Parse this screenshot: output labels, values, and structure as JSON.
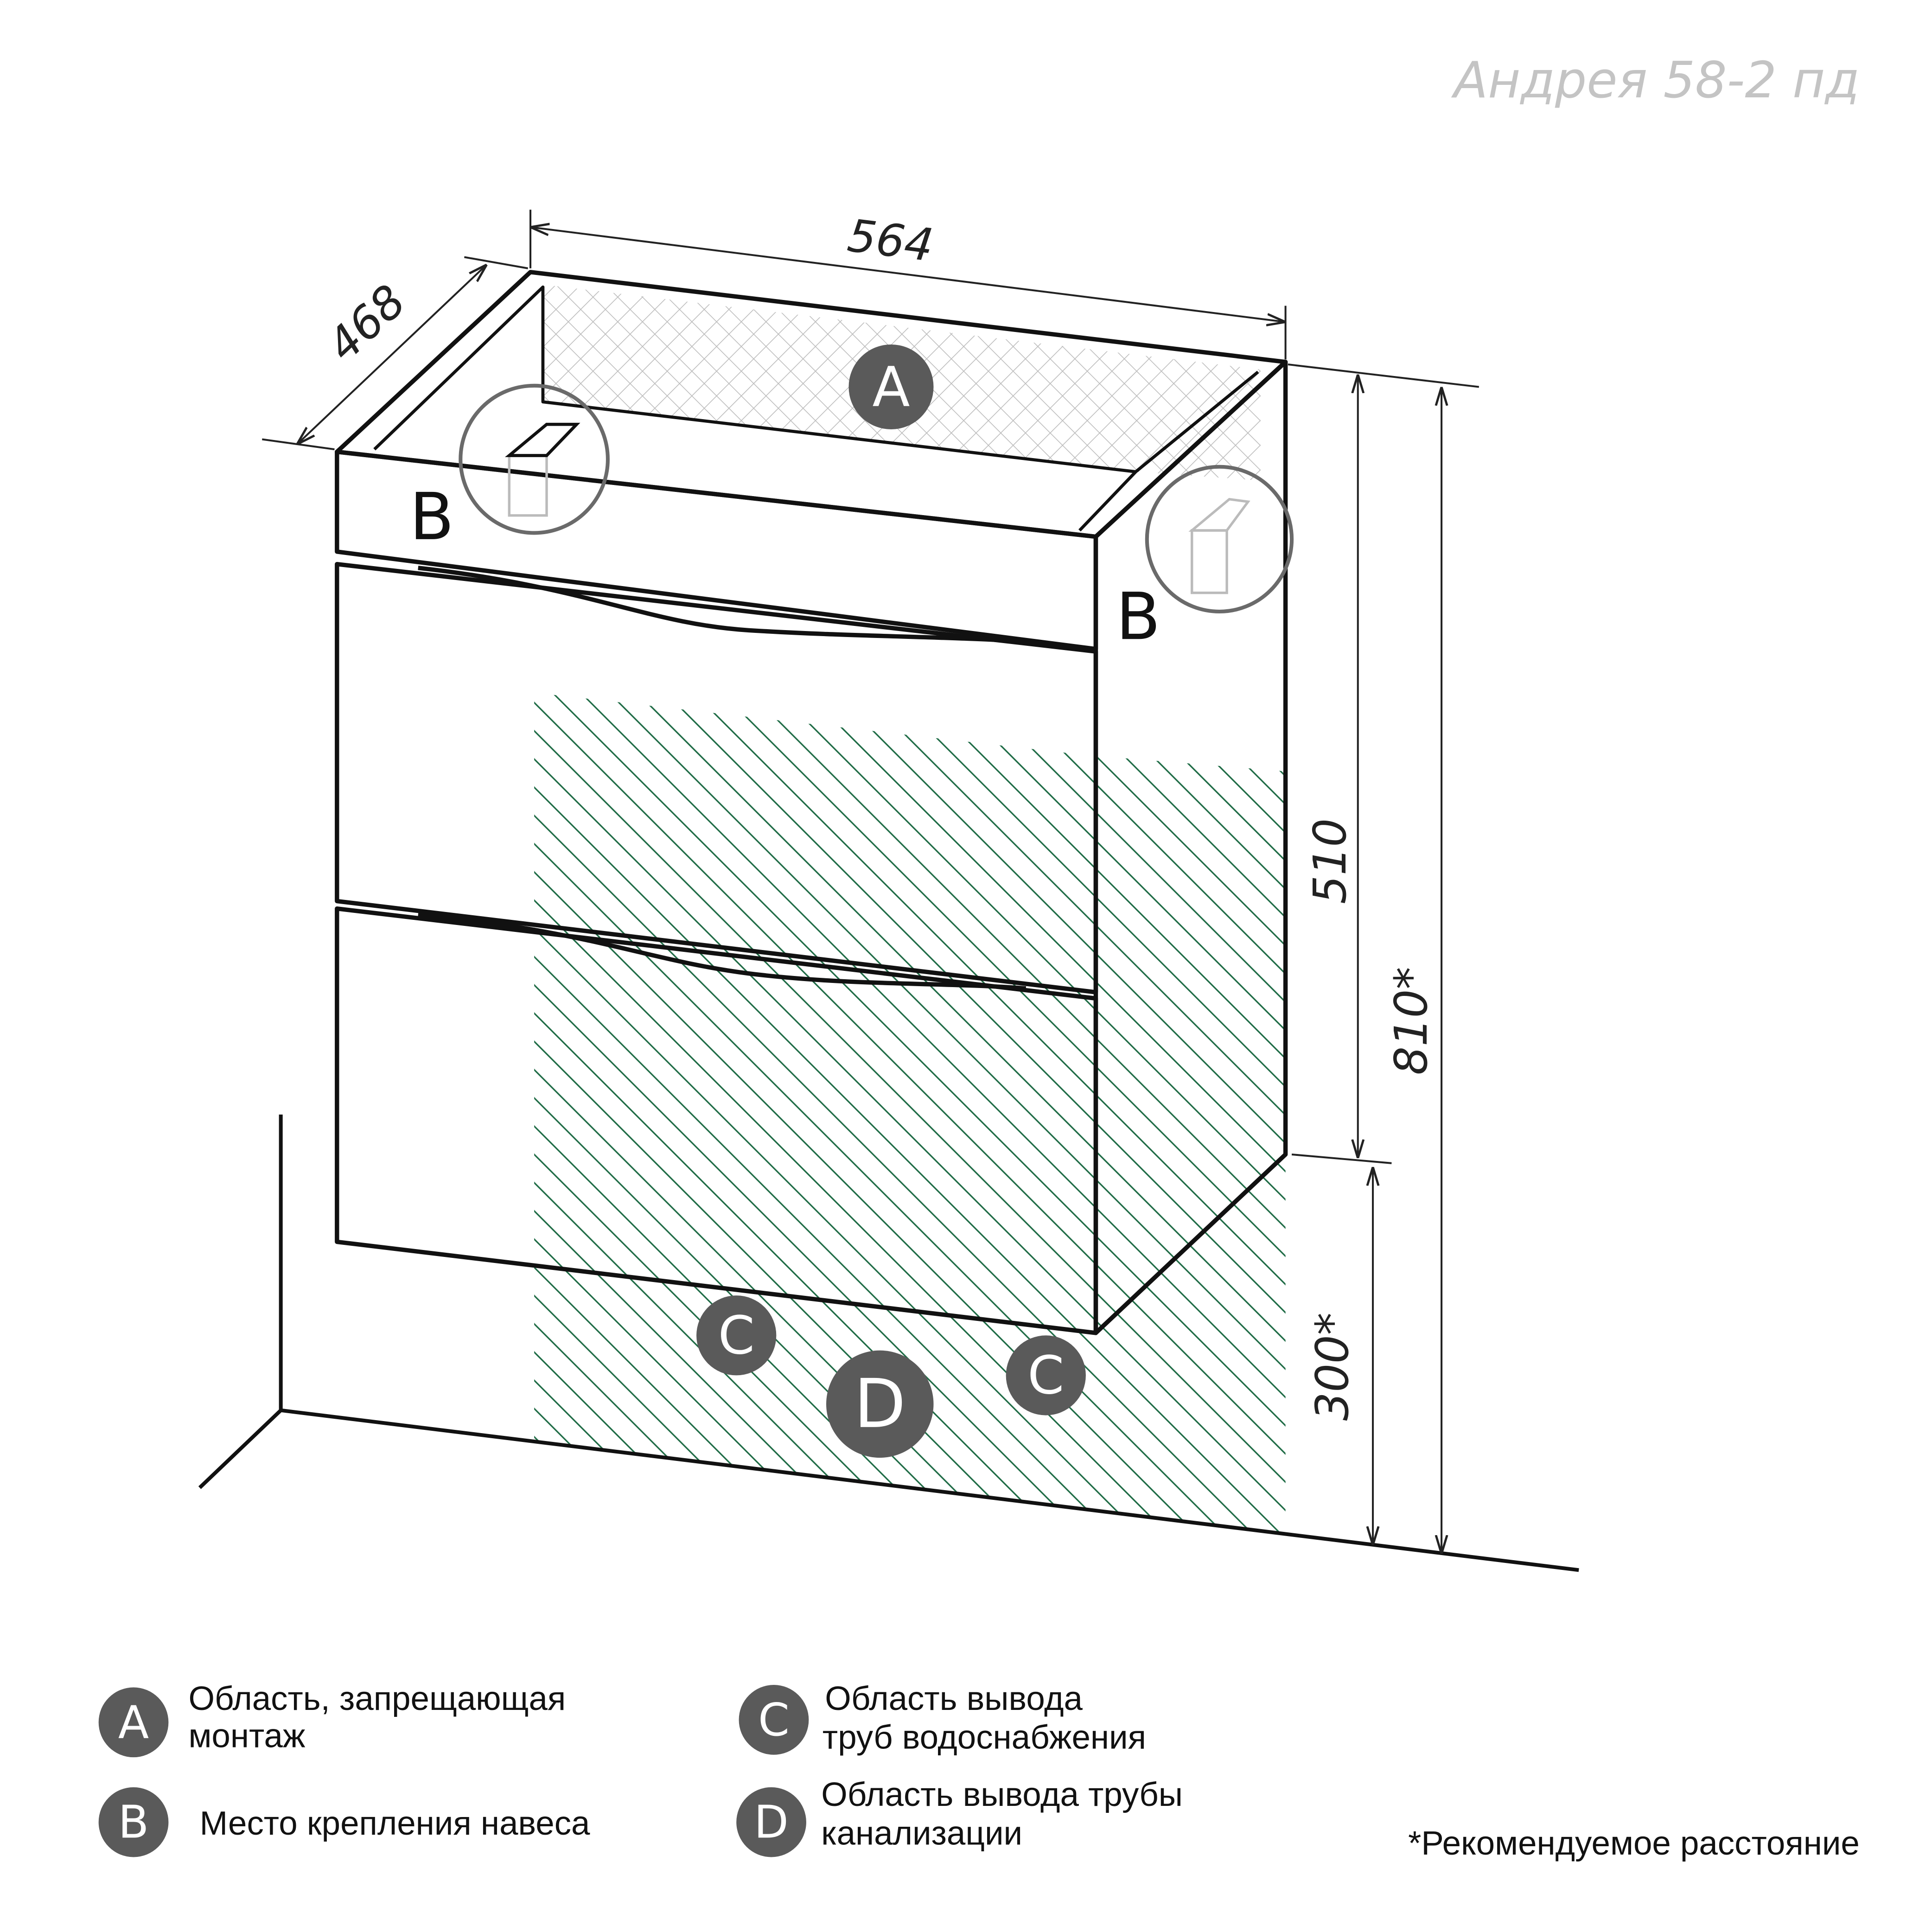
{
  "title": "Андрея 58-2 пд",
  "dimensions": {
    "width": "564",
    "depth": "468",
    "height": "510",
    "total_height": "810*",
    "mount_height": "300*"
  },
  "markers": {
    "A": "A",
    "B": "B",
    "C": "C",
    "D": "D"
  },
  "legend": [
    {
      "key": "A",
      "line1": "Область, запрещающая",
      "line2": "монтаж"
    },
    {
      "key": "B",
      "line1": "Место крепления навеса",
      "line2": ""
    },
    {
      "key": "C",
      "line1": "Область вывода",
      "line2": "труб водоснабжения"
    },
    {
      "key": "D",
      "line1": "Область вывода трубы",
      "line2": "канализации"
    }
  ],
  "footnote": "*Рекомендуемое расстояние",
  "colors": {
    "hatch": "#1e6b45",
    "marker": "#5a5a5a",
    "title": "#c4c4c4",
    "lens": "#6a6a6a"
  }
}
